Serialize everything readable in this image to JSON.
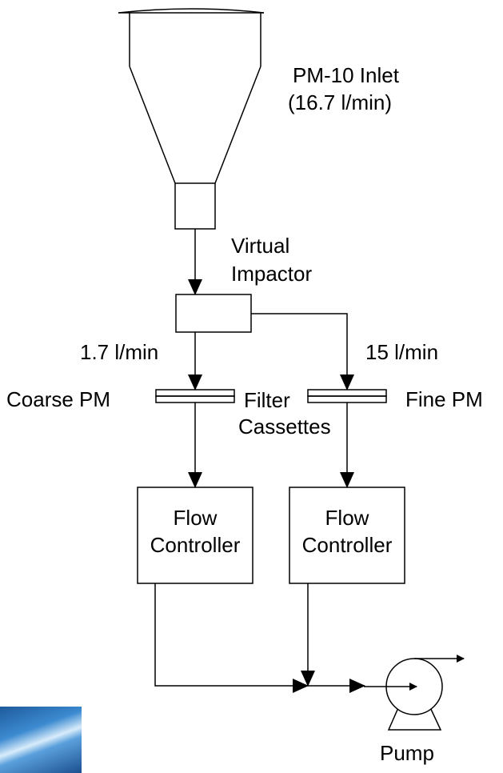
{
  "labels": {
    "inlet_line1": "PM-10 Inlet",
    "inlet_line2": "(16.7 l/min)",
    "impactor_line1": "Virtual",
    "impactor_line2": "Impactor",
    "coarse_flow": "1.7 l/min",
    "fine_flow": "15 l/min",
    "coarse_pm": "Coarse PM",
    "fine_pm": "Fine PM",
    "filter_line1": "Filter",
    "filter_line2": "Cassettes",
    "fc_left_line1": "Flow",
    "fc_left_line2": "Controller",
    "fc_right_line1": "Flow",
    "fc_right_line2": "Controller",
    "pump": "Pump"
  },
  "colors": {
    "stroke": "#000000",
    "background": "#ffffff"
  }
}
